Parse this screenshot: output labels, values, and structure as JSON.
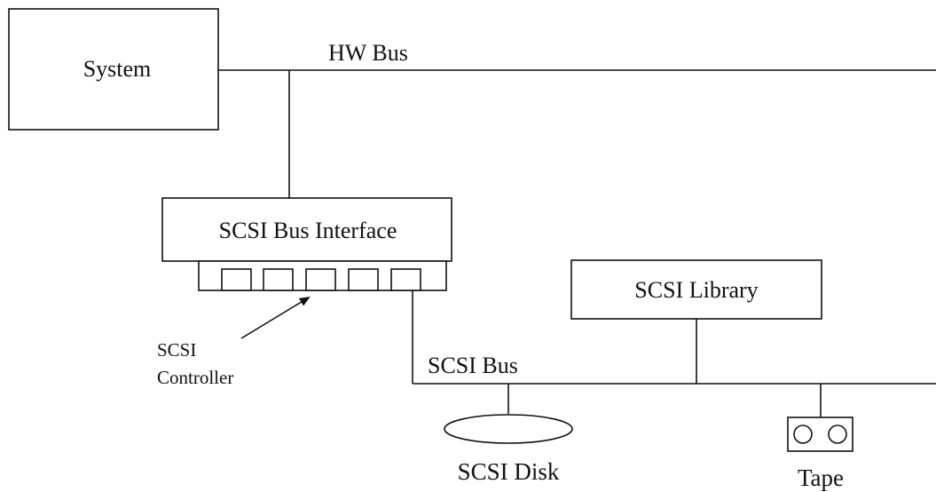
{
  "diagram": {
    "system_label": "System",
    "hw_bus_label": "HW Bus",
    "scsi_interface_label": "SCSI Bus Interface",
    "scsi_library_label": "SCSI Library",
    "scsi_bus_label": "SCSI Bus",
    "controller_label_line1": "SCSI",
    "controller_label_line2": "Controller",
    "scsi_disk_label": "SCSI Disk",
    "tape_label": "Tape"
  }
}
